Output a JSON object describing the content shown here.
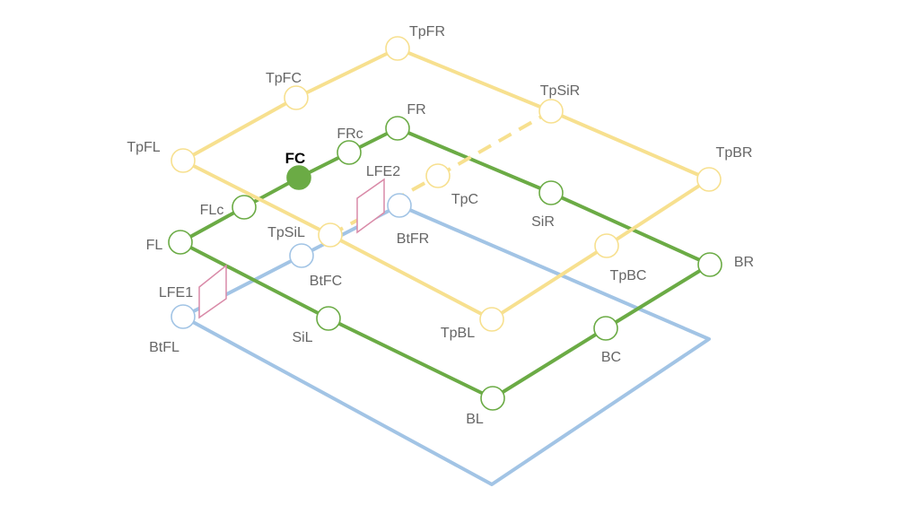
{
  "colors": {
    "top_layer": "#f7e08f",
    "middle_layer": "#6bab45",
    "bottom_layer": "#a2c4e5",
    "lfe": "#d98aa8",
    "node_fill": "#ffffff",
    "highlight_fill": "#6bab45",
    "label": "#666666",
    "highlight_label": "#000000"
  },
  "layers": {
    "top": {
      "name": "top-layer",
      "nodes": [
        {
          "id": "TpFL",
          "label": "TpFL"
        },
        {
          "id": "TpFC",
          "label": "TpFC"
        },
        {
          "id": "TpFR",
          "label": "TpFR"
        },
        {
          "id": "TpSiR",
          "label": "TpSiR"
        },
        {
          "id": "TpBR",
          "label": "TpBR"
        },
        {
          "id": "TpC",
          "label": "TpC"
        },
        {
          "id": "TpSiL",
          "label": "TpSiL"
        },
        {
          "id": "TpBC",
          "label": "TpBC"
        },
        {
          "id": "TpBL",
          "label": "TpBL"
        }
      ]
    },
    "middle": {
      "name": "middle-layer",
      "nodes": [
        {
          "id": "FL",
          "label": "FL"
        },
        {
          "id": "FLc",
          "label": "FLc"
        },
        {
          "id": "FC",
          "label": "FC",
          "highlighted": true
        },
        {
          "id": "FRc",
          "label": "FRc"
        },
        {
          "id": "FR",
          "label": "FR"
        },
        {
          "id": "SiR",
          "label": "SiR"
        },
        {
          "id": "BR",
          "label": "BR"
        },
        {
          "id": "BC",
          "label": "BC"
        },
        {
          "id": "BL",
          "label": "BL"
        },
        {
          "id": "SiL",
          "label": "SiL"
        }
      ]
    },
    "bottom": {
      "name": "bottom-layer",
      "nodes": [
        {
          "id": "BtFL",
          "label": "BtFL"
        },
        {
          "id": "BtFC",
          "label": "BtFC"
        },
        {
          "id": "BtFR",
          "label": "BtFR"
        }
      ]
    }
  },
  "lfe": [
    {
      "id": "LFE1",
      "label": "LFE1"
    },
    {
      "id": "LFE2",
      "label": "LFE2"
    }
  ]
}
